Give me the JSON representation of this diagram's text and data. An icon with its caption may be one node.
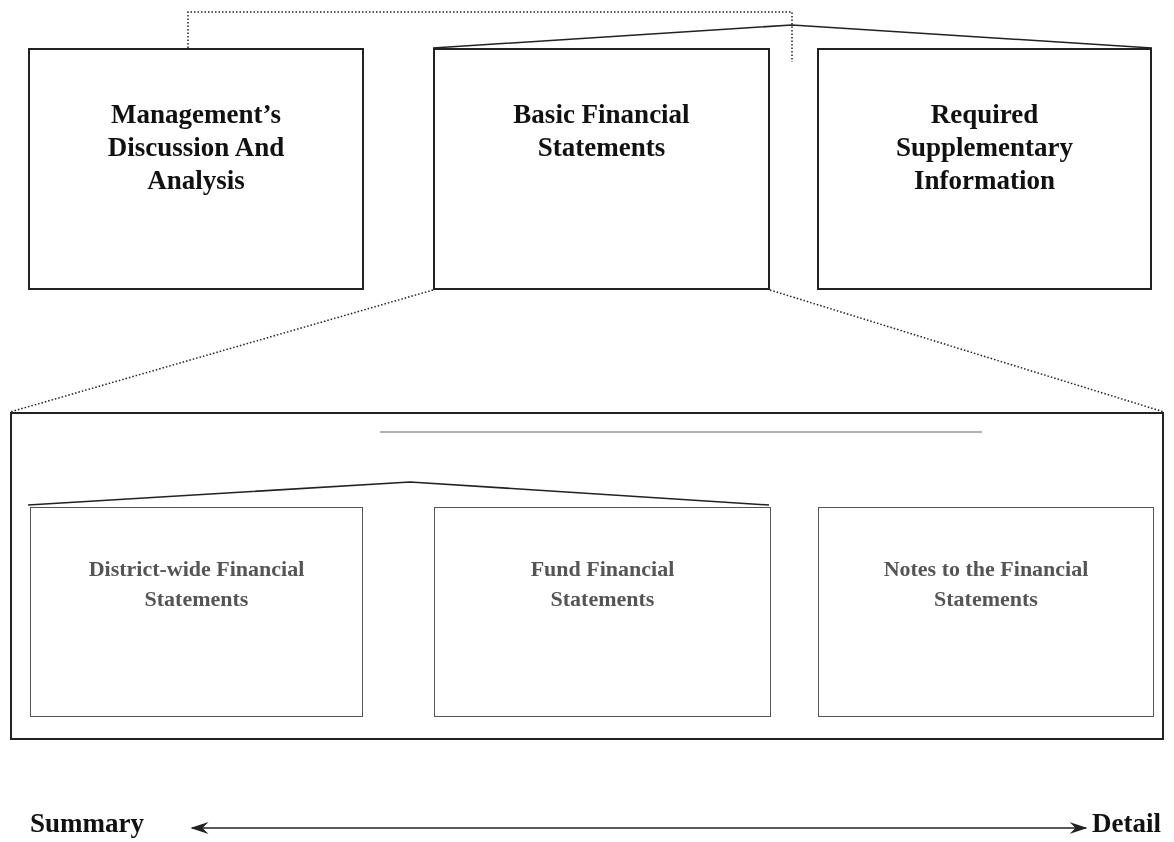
{
  "diagram": {
    "nodes": [
      {
        "text": [
          "Management’s Discussion And Analysis"
        ]
      },
      {
        "text": [
          "Basic Financial Statements"
        ]
      },
      {
        "text": [
          "Required Supplementary Information"
        ]
      },
      {
        "text": [],
        "shape": "box"
      },
      {
        "text": [
          "District-wide Financial Statements"
        ],
        "in": 3
      },
      {
        "text": [
          "Fund Financial Statements"
        ],
        "in": 3
      },
      {
        "text": [
          "Notes to the Financial Statements"
        ],
        "in": 3
      }
    ],
    "edges": [
      {
        "from": 0,
        "to": null,
        "arrow": "none",
        "style": "dashed"
      },
      {
        "from": 1,
        "to": 2,
        "arrow": "none"
      },
      {
        "from": 1,
        "to": 3,
        "arrow": "none",
        "style": "dashed"
      },
      {
        "from": 1,
        "to": 3,
        "arrow": "none",
        "style": "dashed"
      },
      {
        "from": 4,
        "to": 5,
        "arrow": "none"
      }
    ],
    "labels": [
      "Summary",
      "Detail"
    ]
  }
}
